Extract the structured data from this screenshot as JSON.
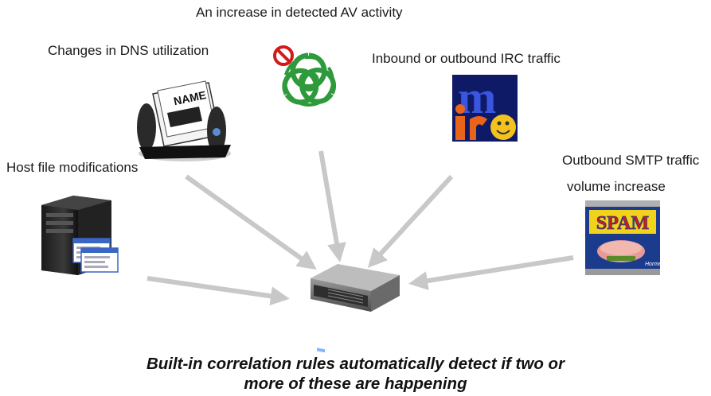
{
  "labels": {
    "av_activity": "An increase in detected AV activity",
    "dns": "Changes in DNS utilization",
    "irc": "Inbound or outbound IRC traffic",
    "host_file": "Host file modifications",
    "smtp_line1": "Outbound SMTP traffic",
    "smtp_line2": "volume increase"
  },
  "image_text": {
    "rolodex_card": "NAME",
    "spam_can": "SPAM",
    "spam_brand": "Hormel"
  },
  "caption": {
    "line1": "Built-in correlation rules automatically detect if two or",
    "line2": "more of these are happening"
  },
  "colors": {
    "arrow": "#c8c8c8",
    "biohazard": "#2e9a3c",
    "no_sign": "#d11a1a",
    "irc_blue": "#1d2fae",
    "irc_orange": "#e8641b",
    "spam_yellow": "#f3d21c",
    "spam_blue": "#1b3c8c"
  },
  "icons": [
    "rolodex-icon",
    "biohazard-icon",
    "irc-logo-icon",
    "server-tower-icon",
    "spam-can-icon",
    "rack-server-icon"
  ]
}
